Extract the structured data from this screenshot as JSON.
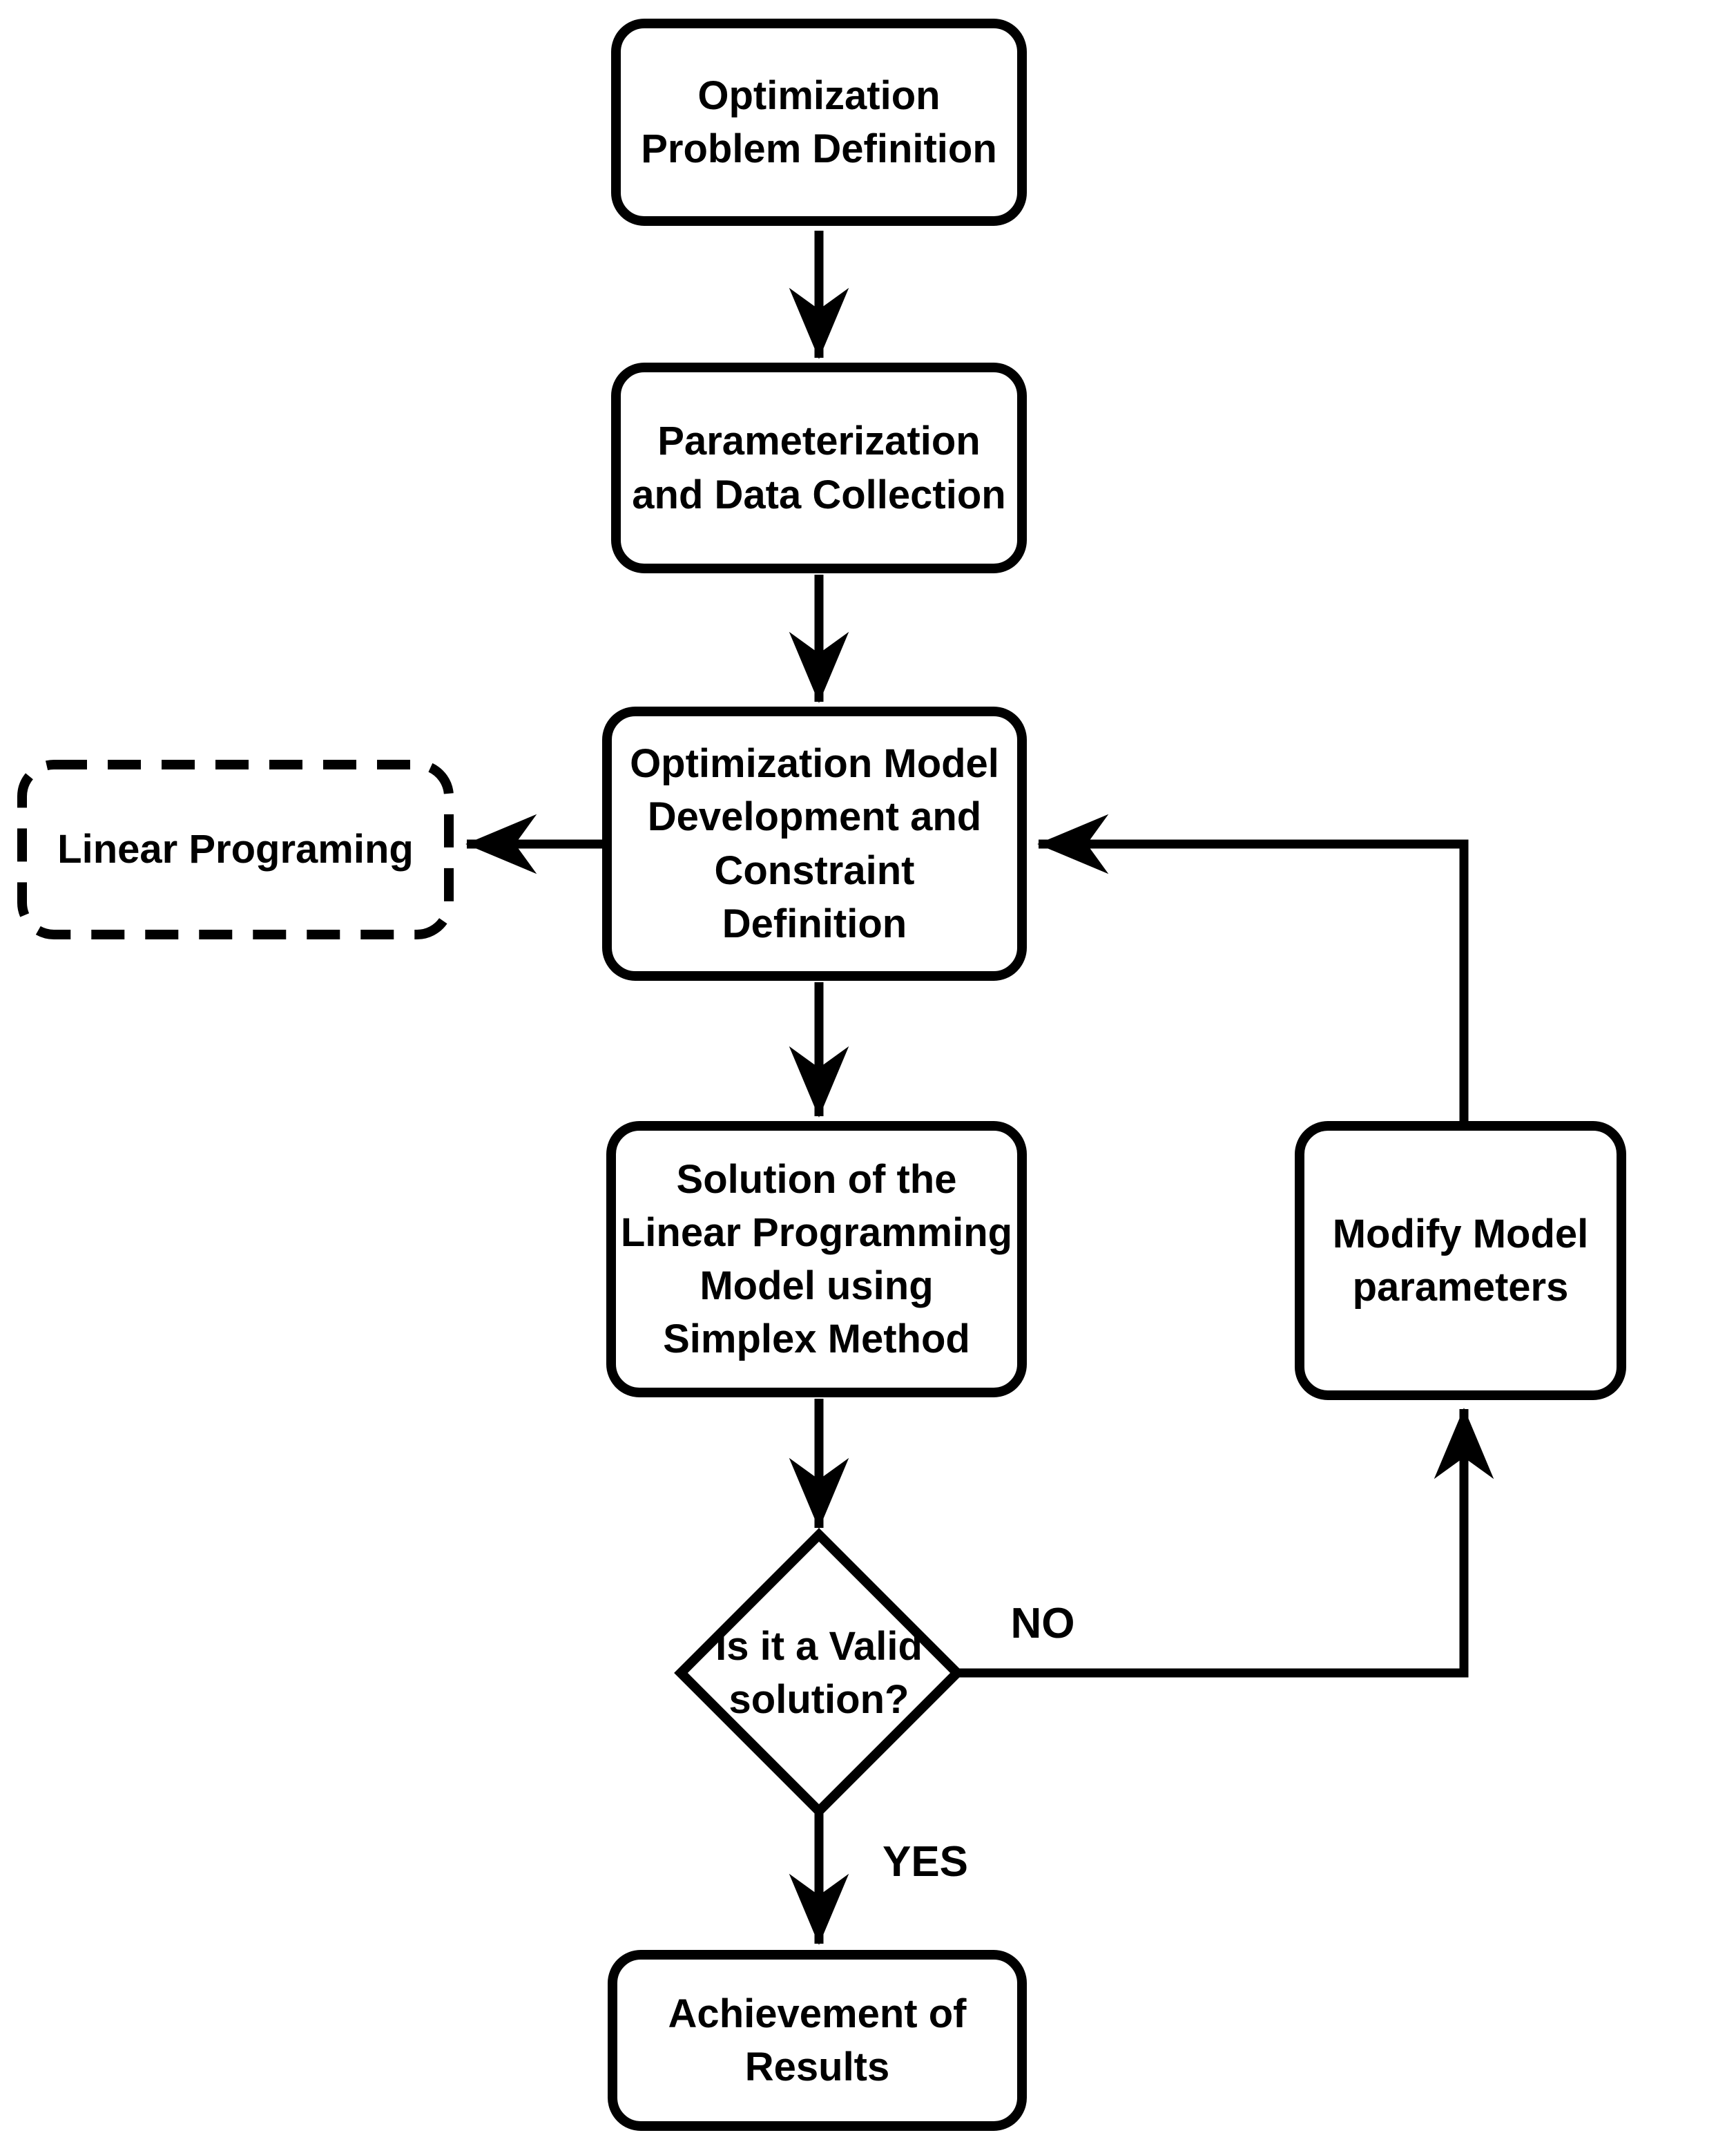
{
  "diagram": {
    "nodes": {
      "problem_definition": {
        "label": "Optimization\nProblem Definition"
      },
      "parameterization": {
        "label": "Parameterization\nand Data Collection"
      },
      "model_development": {
        "label": "Optimization Model\nDevelopment and\nConstraint\nDefinition"
      },
      "linear_programming": {
        "label": "Linear Programing"
      },
      "solution_simplex": {
        "label": "Solution of the\nLinear Programming\nModel using\nSimplex Method"
      },
      "valid_solution": {
        "label": "Is it a Valid\nsolution?"
      },
      "modify_parameters": {
        "label": "Modify Model\nparameters"
      },
      "achievement": {
        "label": "Achievement of\nResults"
      }
    },
    "edge_labels": {
      "no": "NO",
      "yes": "YES"
    },
    "colors": {
      "stroke": "#000000",
      "fill": "#ffffff",
      "background": "#ffffff"
    }
  }
}
